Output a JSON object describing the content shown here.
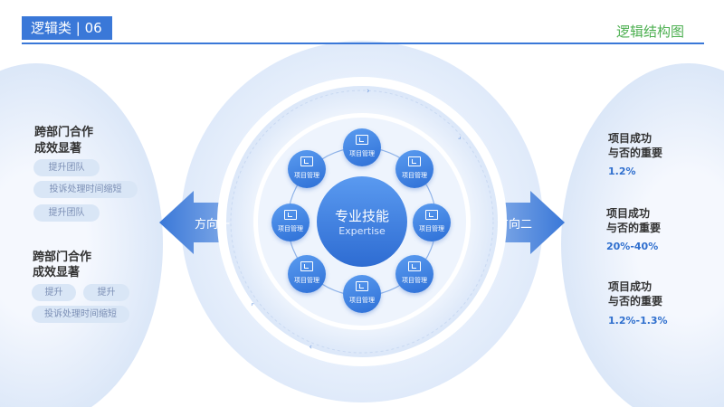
{
  "header": {
    "tag": "逻辑类 | 06",
    "title": "逻辑结构图"
  },
  "center": {
    "title": "专业技能",
    "subtitle": "Expertise"
  },
  "node_label": "项目管理",
  "left_arrow": "方向一",
  "right_arrow": "方向二",
  "left": {
    "block1": {
      "title_1": "跨部门合作",
      "title_2": "成效显著",
      "pills": [
        "提升团队",
        "投诉处理时间缩短",
        "提升团队"
      ]
    },
    "block2": {
      "title_1": "跨部门合作",
      "title_2": "成效显著",
      "pills": [
        "提升",
        "提升",
        "投诉处理时间缩短"
      ]
    }
  },
  "right": [
    {
      "line1": "项目成功",
      "line2": "与否的重要",
      "value": "1.2%"
    },
    {
      "line1": "项目成功",
      "line2": "与否的重要",
      "value": "20%-40%"
    },
    {
      "line1": "项目成功",
      "line2": "与否的重要",
      "value": "1.2%-1.3%"
    }
  ],
  "colors": {
    "accent": "#3a78d8",
    "header_right": "#4caf50"
  }
}
